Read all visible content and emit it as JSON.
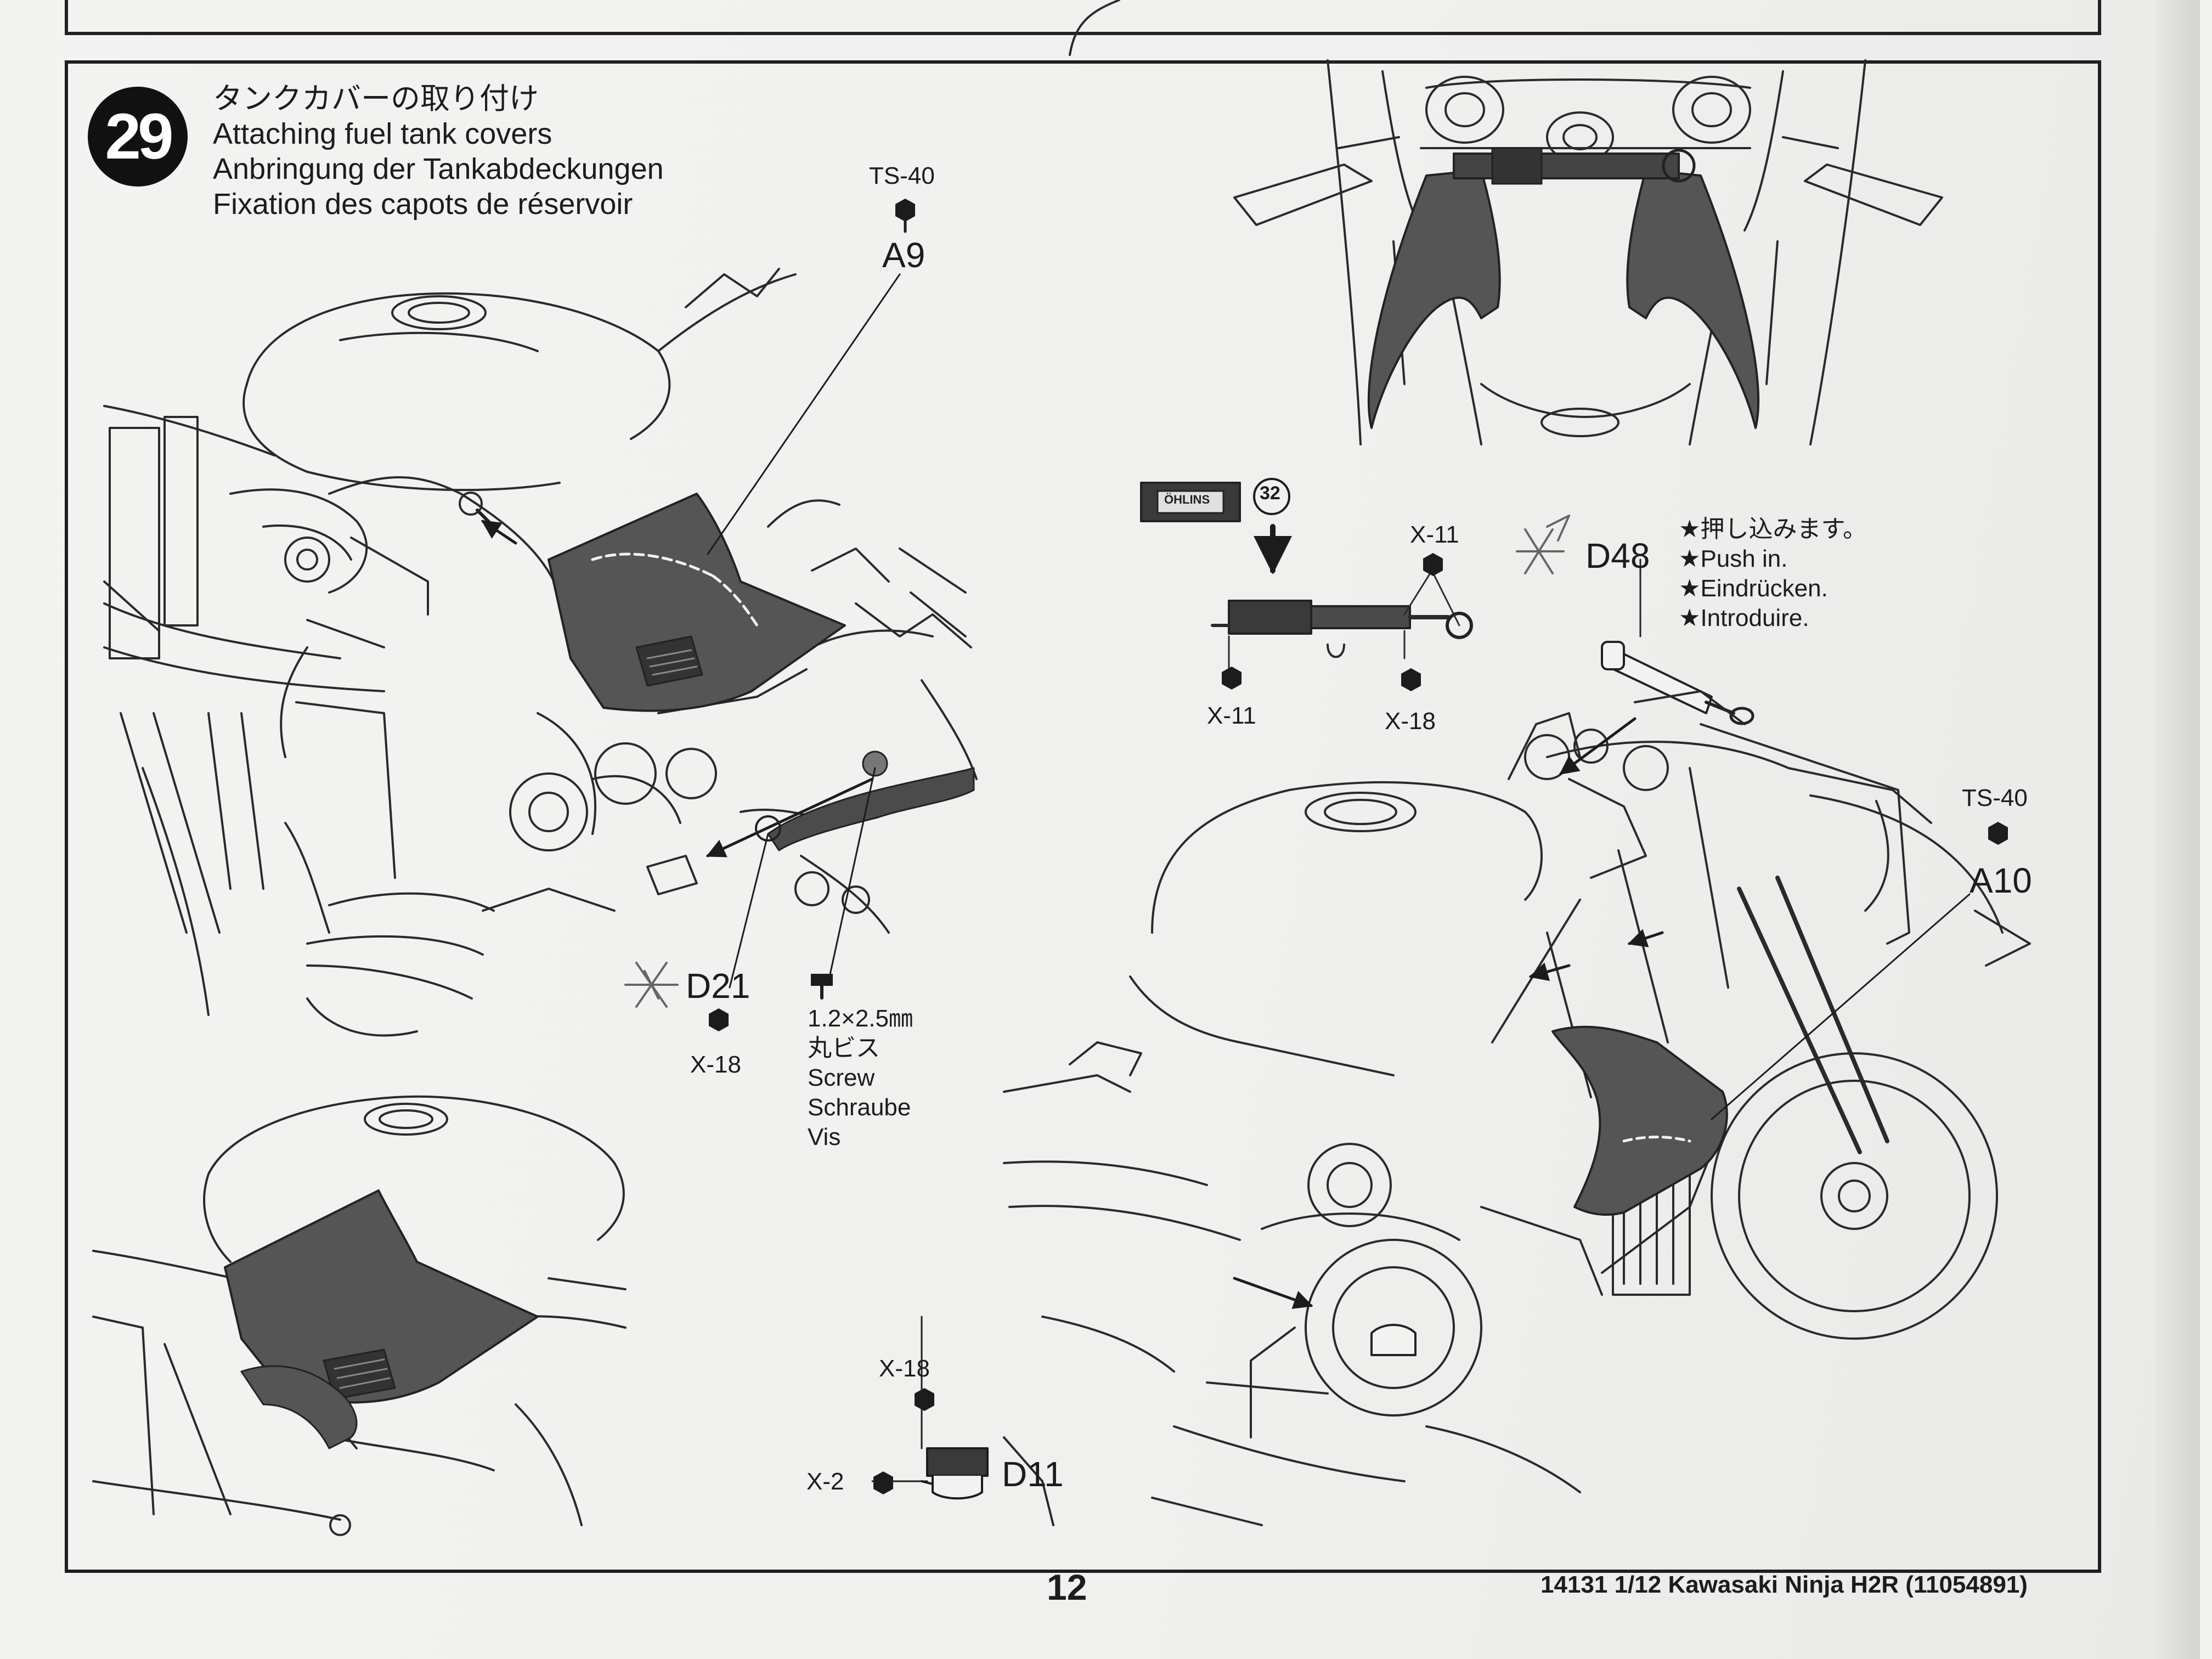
{
  "step": {
    "number": "29",
    "title_ja": "タンクカバーの取り付け",
    "title_en": "Attaching fuel tank covers",
    "title_de": "Anbringung der Tankabdeckungen",
    "title_fr": "Fixation des capots de réservoir"
  },
  "callouts": {
    "paint_ts40_left": "TS-40",
    "part_a9": "A9",
    "part_d21": "D21",
    "paint_x18_d21": "X-18",
    "screw_size": "1.2×2.5㎜",
    "screw_ja": "丸ビス",
    "screw_en": "Screw",
    "screw_de": "Schraube",
    "screw_fr": "Vis",
    "paint_x18_d11": "X-18",
    "paint_x2_d11": "X-2",
    "part_d11": "D11",
    "ref_step": "32",
    "damper_brand": "ÖHLINS",
    "paint_x11_top": "X-11",
    "paint_x11_bottom": "X-11",
    "paint_x18_damper": "X-18",
    "part_d48": "D48",
    "push_ja": "★押し込みます。",
    "push_en": "★Push in.",
    "push_de": "★Eindrücken.",
    "push_fr": "★Introduire.",
    "paint_ts40_right": "TS-40",
    "part_a10": "A10"
  },
  "footer": {
    "page_number": "12",
    "product": "14131  1/12 Kawasaki Ninja H2R (11054891)"
  },
  "colors": {
    "part_fill": "#555555",
    "ink": "#1c1c1c",
    "paper": "#f2f2f0"
  }
}
